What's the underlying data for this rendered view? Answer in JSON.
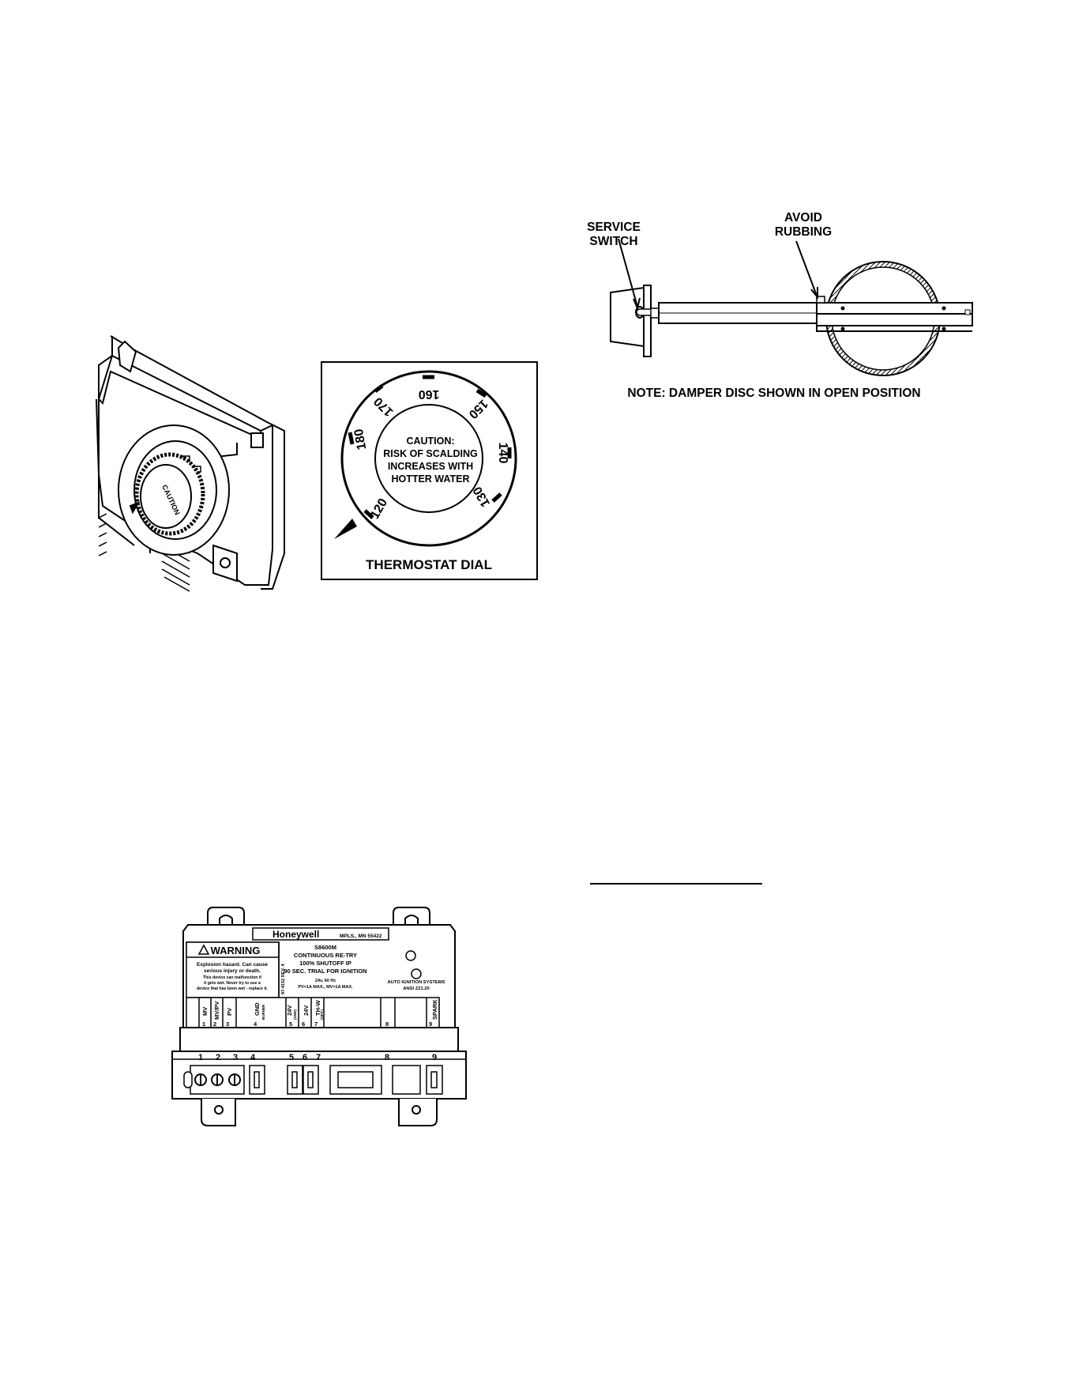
{
  "thermostat": {
    "dial_label": "THERMOSTAT DIAL",
    "caution_lines": [
      "CAUTION:",
      "RISK OF SCALDING",
      "INCREASES WITH",
      "HOTTER WATER"
    ],
    "dial_marks": [
      "120",
      "130",
      "140",
      "150",
      "160",
      "170",
      "180"
    ],
    "knob_caution": "CAUTION"
  },
  "damper": {
    "service_switch": [
      "SERVICE",
      "SWITCH"
    ],
    "avoid_rubbing": [
      "AVOID",
      "RUBBING"
    ],
    "note": "NOTE:  DAMPER DISC SHOWN IN OPEN POSITION"
  },
  "module": {
    "brand": "Honeywell",
    "location": "MPLS., MN 55422",
    "warning_title": "WARNING",
    "warning_text": [
      "Explosion hazard. Can cause",
      "serious injury or death.",
      "This device can malfunction if",
      "it gets wet. Never try to use a",
      "device that has been wet - replace it."
    ],
    "rev": "97-4152 REV. 4",
    "model": "S8600M",
    "spec_lines": [
      "CONTINUOUS RE-TRY",
      "100% SHUTOFF IP",
      "90 SEC. TRIAL FOR IGNITION"
    ],
    "power": "24v, 60 Hz",
    "ratings": "PV=1A MAX., MV=1A MAX.",
    "cert_lines": [
      "AUTO IGNITION SYSTEMS",
      "ANSI Z21.20"
    ],
    "terminal_labels": [
      "MV",
      "MV/PV",
      "PV",
      "GND",
      "24V",
      "24V",
      "TH-W",
      "SPARK"
    ],
    "terminal_sublabels": [
      "BURNER",
      "(GND)",
      "(OPT.)"
    ],
    "terminal_numbers": [
      "1",
      "2",
      "3",
      "4",
      "5",
      "6",
      "7",
      "8",
      "9"
    ]
  }
}
